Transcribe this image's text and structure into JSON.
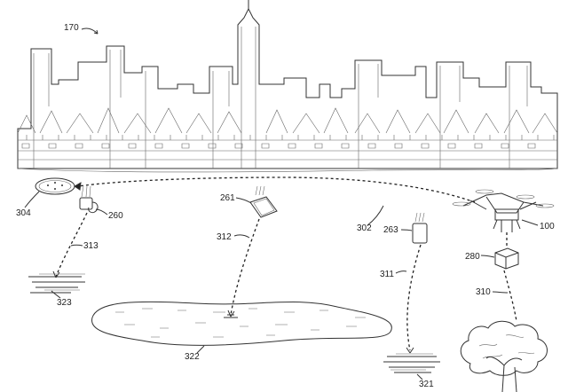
{
  "labels": {
    "city": "170",
    "drone": "100",
    "landing_pad": "304",
    "device_260": "260",
    "device_261": "261",
    "device_263": "263",
    "package": "280",
    "path_302": "302",
    "path_310": "310",
    "path_311": "311",
    "path_312": "312",
    "path_313": "313",
    "target_321": "321",
    "lake": "322",
    "target_323": "323"
  }
}
